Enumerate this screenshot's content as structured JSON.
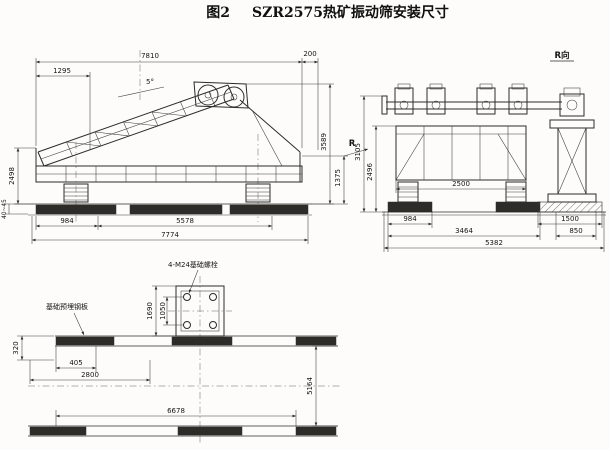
{
  "figure": {
    "title_prefix": "图2",
    "title_main": "SZR2575热矿振动筛安装尺寸"
  },
  "colors": {
    "ink": "#2b2b2b",
    "paper": "#fdfcfa"
  },
  "side_view": {
    "dim_overall_top": "7810",
    "dim_left_top": "1295",
    "dim_right_top": "200",
    "dim_angle": "5°",
    "dim_height_left": "2498",
    "dim_height_right": "3589",
    "dim_right_lower": "1375",
    "dim_gap": "40~45",
    "dim_bottom_1": "984",
    "dim_bottom_2": "5578",
    "dim_bottom_total": "7774"
  },
  "end_view": {
    "view_label": "R向",
    "arrow_label": "R",
    "dim_height_1": "3105",
    "dim_height_2": "2496",
    "dim_width_inner": "2500",
    "dim_width_1": "984",
    "dim_col_span": "1500",
    "dim_width_2": "3464",
    "dim_col_width": "850",
    "dim_width_total": "5382"
  },
  "plan_view": {
    "note_bolt": "4-M24基础螺栓",
    "note_plate": "基础预埋钢板",
    "dim_bolt_long": "1690",
    "dim_bolt_cross": "1050",
    "dim_left_v": "320",
    "dim_left_h": "405",
    "dim_span_1": "2800",
    "dim_span_2": "6678",
    "dim_right_v": "5164"
  }
}
